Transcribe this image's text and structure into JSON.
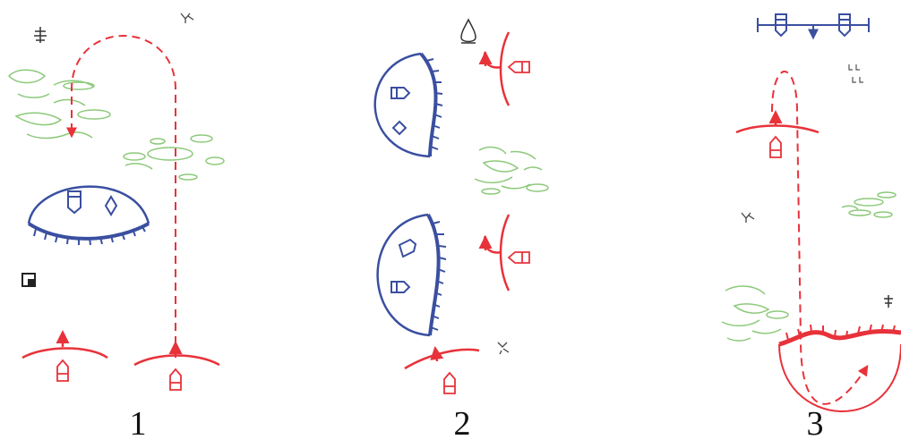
{
  "captions": [
    "1",
    "2",
    "3"
  ],
  "colors": {
    "friendly": "#e8323a",
    "enemy": "#3a4fa0",
    "vegetation": "#8cc97a",
    "neutral": "#444444"
  },
  "icons": [
    "pine-tree-icon",
    "bush-icon",
    "landmark-icon",
    "small-square-icon",
    "grass-icon",
    "drop-icon"
  ]
}
